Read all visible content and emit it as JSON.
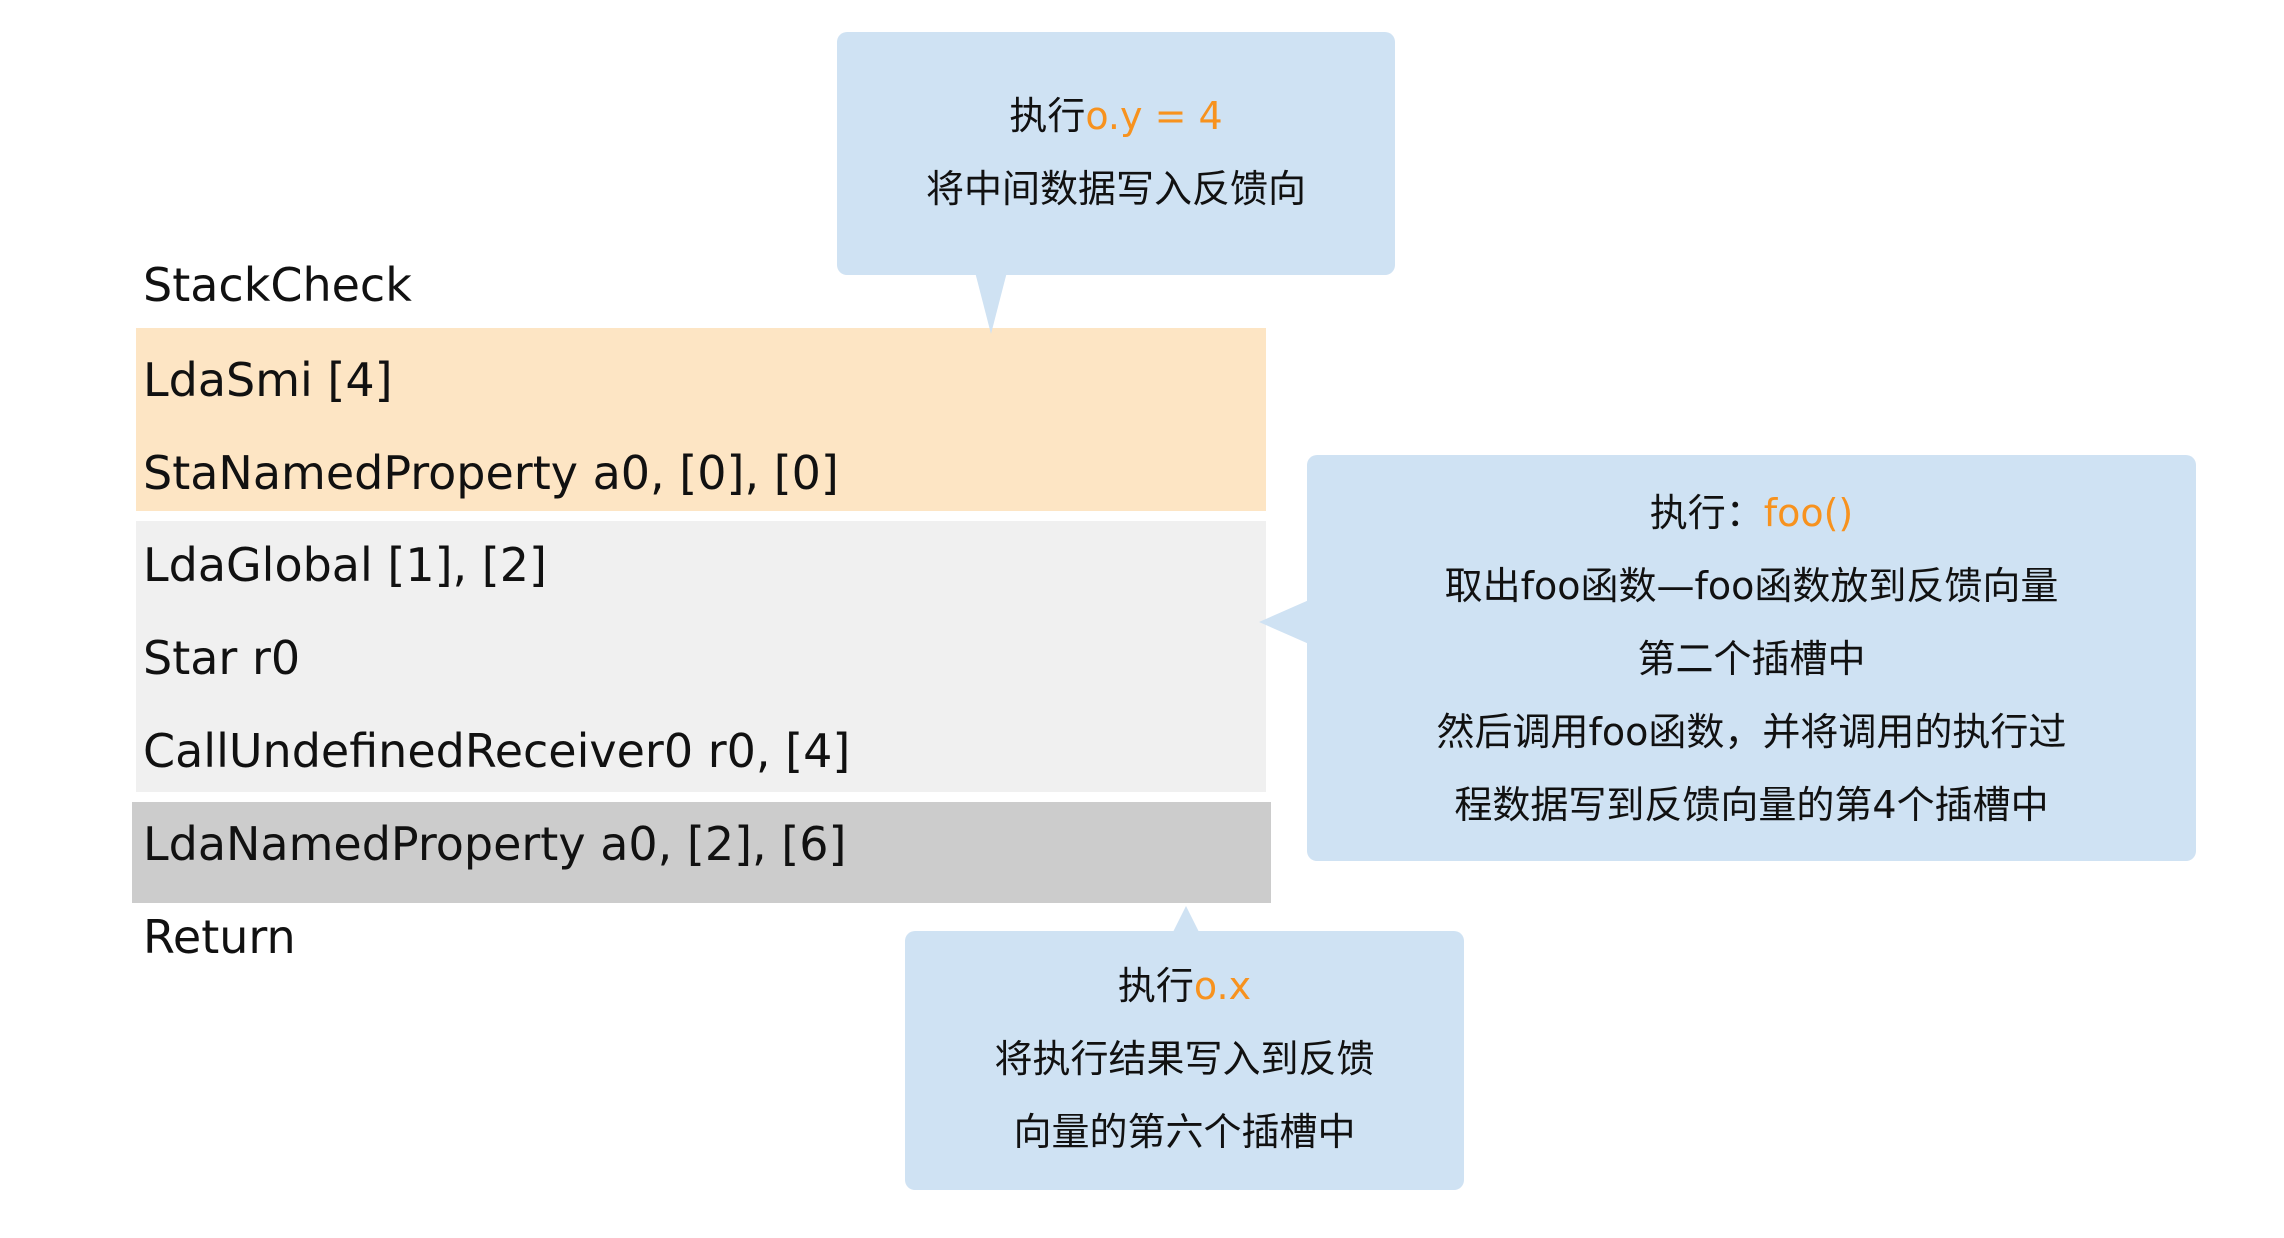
{
  "code": [
    {
      "text": "StackCheck",
      "group": "none"
    },
    {
      "text": "LdaSmi [4]",
      "group": "store"
    },
    {
      "text": "StaNamedProperty a0, [0], [0]",
      "group": "store"
    },
    {
      "text": "LdaGlobal [1], [2]",
      "group": "call"
    },
    {
      "text": "Star r0",
      "group": "call"
    },
    {
      "text": "CallUndefinedReceiver0 r0, [4]",
      "group": "call"
    },
    {
      "text": "LdaNamedProperty a0, [2], [6]",
      "group": "load"
    },
    {
      "text": "Return",
      "group": "none"
    }
  ],
  "colors": {
    "store": "#fde5c4",
    "call": "#f0f0f0",
    "load": "#cccccc",
    "callout": "#cfe2f3",
    "highlight": "#f7921e"
  },
  "callouts": {
    "top": {
      "prefix": "执行",
      "code": "o.y = 4",
      "lines": [
        "将中间数据写入反馈向"
      ]
    },
    "right": {
      "prefix": "执行：",
      "code": "foo()",
      "lines": [
        "取出foo函数—foo函数放到反馈向量",
        "第二个插槽中",
        "然后调用foo函数，并将调用的执行过",
        "程数据写到反馈向量的第4个插槽中"
      ]
    },
    "bottom": {
      "prefix": "执行",
      "code": "o.x",
      "lines": [
        "将执行结果写入到反馈",
        "向量的第六个插槽中"
      ]
    }
  }
}
